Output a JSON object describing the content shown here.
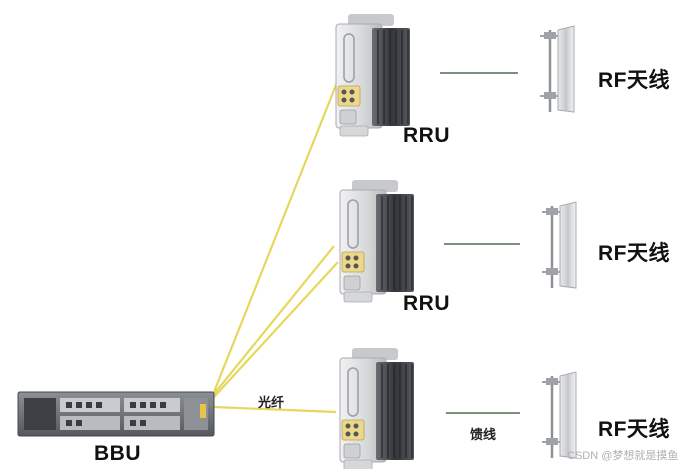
{
  "labels": {
    "bbu": "BBU",
    "rru": "RRU",
    "rf_antenna": "RF天线",
    "fiber": "光纤",
    "feeder": "馈线"
  },
  "watermark": "CSDN @梦想就是摸鱼",
  "colors": {
    "fiber_line": "#e6d85c",
    "feeder_line": "#4e6b52",
    "device_body": "#d9dadc",
    "fins": "#3d3f44",
    "antenna": "#d0d2d5",
    "bbu_chassis": "#6d7077"
  }
}
